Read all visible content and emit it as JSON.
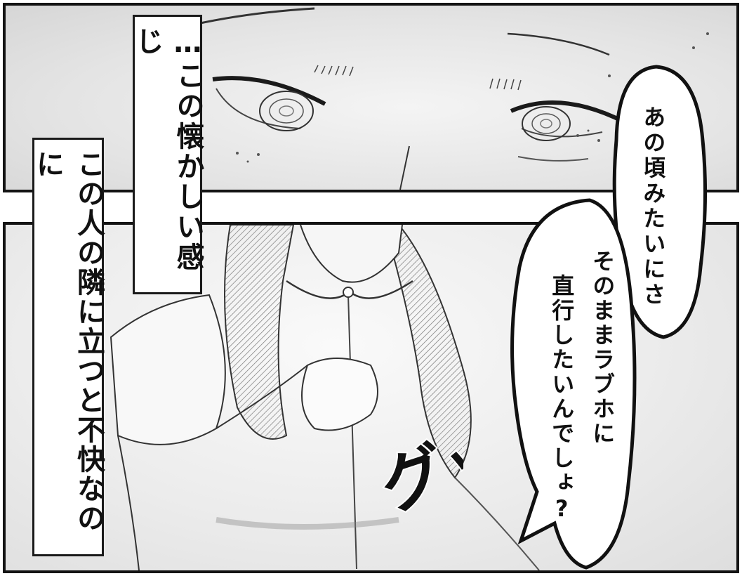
{
  "captions": {
    "first": "…この懐かしい感じ",
    "second": "この人の隣に立つと不快なのに"
  },
  "speech_bubbles": {
    "first": "あの頃みたいにさ",
    "second_line_1": "そのままラブホに",
    "second_line_2": "直行したいんでしょ?"
  },
  "sound_effect": "グッ",
  "colors": {
    "ink": "#111111",
    "paper": "#ffffff",
    "screentone": "#dcdcdc"
  }
}
